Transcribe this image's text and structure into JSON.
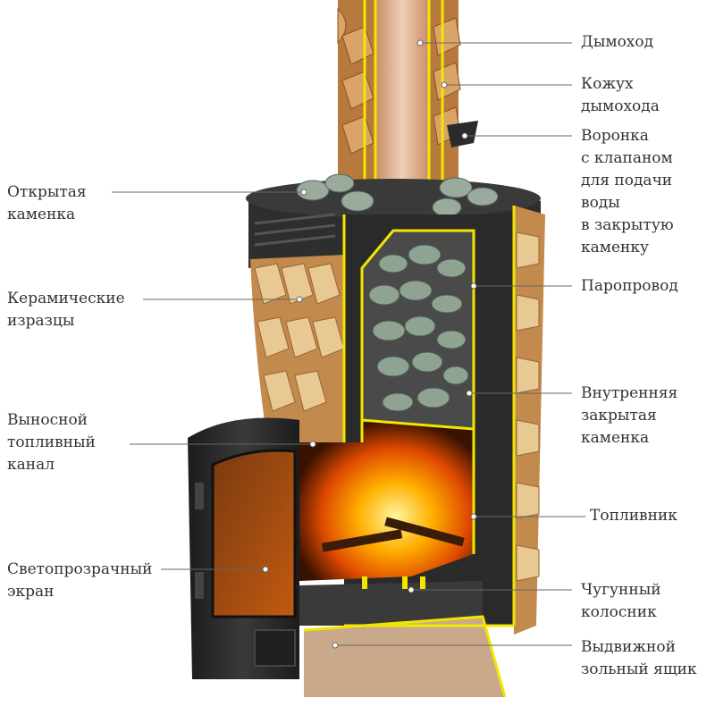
{
  "colors": {
    "background": "#ffffff",
    "label_text": "#333333",
    "leader_line": "#555555",
    "section_outline": "#f2e600",
    "cast_iron": "#2b2b2b",
    "fire": "#ff8a00",
    "stones": "#8a9a8c",
    "tile_light": "#e6c48f",
    "tile_dark": "#a86b2d"
  },
  "icons": {
    "stove": "sauna-stove-cutaway-illustration"
  },
  "labels": {
    "chimney": "Дымоход",
    "chimney_casing_1": "Кожух",
    "chimney_casing_2": "дымохода",
    "funnel_1": "Воронка",
    "funnel_2": "с клапаном",
    "funnel_3": "для подачи",
    "funnel_4": "воды",
    "funnel_5": "в закрытую",
    "funnel_6": "каменку",
    "open_heater_1": "Открытая",
    "open_heater_2": "каменка",
    "ceramic_tiles_1": "Керамические",
    "ceramic_tiles_2": "изразцы",
    "steam_pipe": "Паропровод",
    "inner_heater_1": "Внутренняя",
    "inner_heater_2": "закрытая",
    "inner_heater_3": "каменка",
    "fuel_channel_1": "Выносной",
    "fuel_channel_2": "топливный",
    "fuel_channel_3": "канал",
    "firebox": "Топливник",
    "glass_screen_1": "Светопрозрачный",
    "glass_screen_2": "экран",
    "grate_1": "Чугунный",
    "grate_2": "колосник",
    "ash_drawer_1": "Выдвижной",
    "ash_drawer_2": "зольный ящик"
  }
}
